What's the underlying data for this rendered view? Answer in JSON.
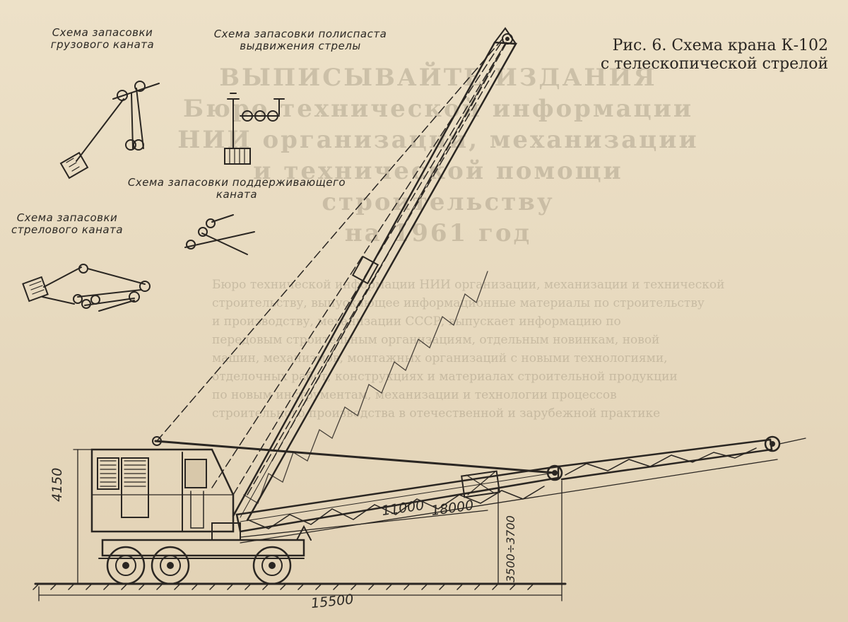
{
  "caption": {
    "line1": "Рис. 6. Схема крана К-102",
    "line2": "с телескопической стрелой"
  },
  "schemes": {
    "cargo_rope": {
      "line1": "Схема запасовки",
      "line2": "грузового каната"
    },
    "pulley": {
      "line1": "Схема запасовки полиспаста",
      "line2": "выдвижения стрелы"
    },
    "support_rope": {
      "line1": "Схема запасовки поддерживающего",
      "line2": "каната"
    },
    "boom_rope": {
      "line1": "Схема запасовки",
      "line2": "стрелового каната"
    }
  },
  "dimensions": {
    "height": "4150",
    "length": "15500",
    "boom_short": "11000",
    "boom_long": "18000",
    "reach": "3500÷3700"
  },
  "bleed_through": {
    "title_lines": [
      "ВЫПИСЫВАЙТЕ ИЗДАНИЯ",
      "Бюро технической информации",
      "НИИ организации, механизации",
      "и технической помощи строительству",
      "на 1961 год"
    ],
    "body_lines": [
      "Бюро технической информации НИИ организации, механизации и технической",
      "строительству, выпускающее информационные материалы по строительству",
      "и производству, механизации СССР, выпускает информацию по",
      "передовым строительным организациям, отдельным новинкам, новой",
      "машин, механизмов, монтажных организаций с новыми технологиями,",
      "отделочных работ, конструкциях и материалах строительной продукции",
      "по новым инструментам, механизации и технологии процессов",
      "строительного производства в отечественной и зарубежной практике"
    ]
  },
  "colors": {
    "ink": "#2a2622",
    "paper": "#e9dcc2",
    "ghost": "#5a5042"
  }
}
